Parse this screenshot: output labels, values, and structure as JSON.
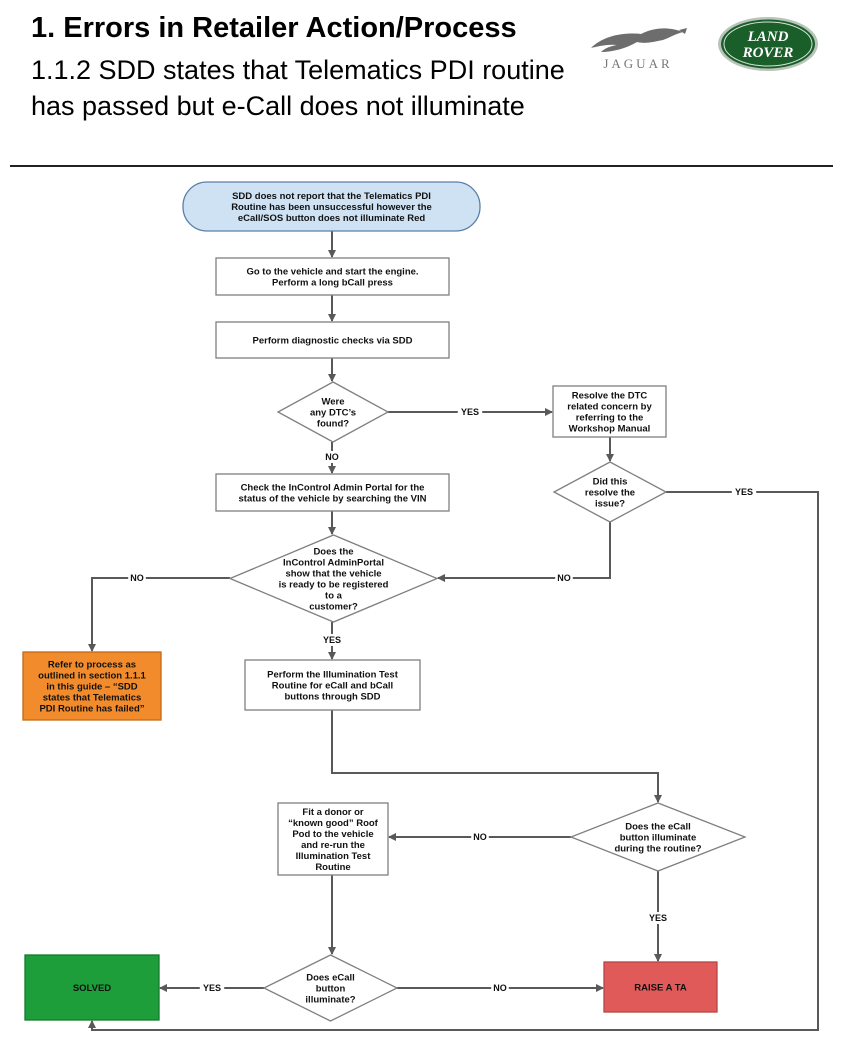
{
  "header": {
    "title": "1. Errors in Retailer Action/Process",
    "subtitle": "1.1.2 SDD states that Telematics PDI routine has passed but e-Call does not illuminate",
    "jaguar_logo_text": "JAGUAR",
    "landrover_logo_text": [
      "LAND",
      "ROVER"
    ]
  },
  "colors": {
    "start_fill": "#cfe2f3",
    "start_stroke": "#5b7fa6",
    "box_stroke": "#7f7f7f",
    "edge": "#595959",
    "orange": "#f28b2c",
    "green": "#1e9e3a",
    "red": "#e05a5a",
    "landrover_green": "#1a5e2a"
  },
  "nodes": {
    "start": [
      "SDD does not report that the Telematics PDI",
      "Routine has been unsuccessful however the",
      "eCall/SOS button does not illuminate Red"
    ],
    "step_start_engine": [
      "Go to the vehicle and start the engine.",
      "Perform a long bCall press"
    ],
    "step_diag": [
      "Perform diagnostic checks via SDD"
    ],
    "dec_dtc": [
      "Were",
      "any DTC’s",
      "found?"
    ],
    "step_resolve_dtc": [
      "Resolve the DTC",
      "related concern by",
      "referring to the",
      "Workshop Manual"
    ],
    "dec_resolved": [
      "Did this",
      "resolve the",
      "issue?"
    ],
    "step_check_portal": [
      "Check the InControl Admin Portal for the",
      "status of the vehicle by searching the VIN"
    ],
    "dec_portal": [
      "Does the",
      "InControl AdminPortal",
      "show that the vehicle",
      "is ready to be registered",
      "to a",
      "customer?"
    ],
    "refer_process": [
      "Refer to process as",
      "outlined in section 1.1.1",
      "in this guide – “SDD",
      "states that Telematics",
      "PDI Routine has failed”"
    ],
    "step_illum_test": [
      "Perform the Illumination Test",
      "Routine for eCall and bCall",
      "buttons  through SDD"
    ],
    "dec_ecall_routine": [
      "Does the eCall",
      "button illuminate",
      "during the routine?"
    ],
    "step_donor_pod": [
      "Fit a donor or",
      "“known good” Roof",
      "Pod to the vehicle",
      "and re-run the",
      "Illumination Test",
      "Routine"
    ],
    "dec_ecall_illum": [
      "Does eCall",
      "button",
      "illuminate?"
    ],
    "solved": [
      "SOLVED"
    ],
    "raise_ta": [
      "RAISE A TA"
    ]
  },
  "edge_labels": {
    "dtc_yes": "YES",
    "dtc_no": "NO",
    "resolved_yes": "YES",
    "resolved_no": "NO",
    "portal_no": "NO",
    "portal_yes": "YES",
    "routine_no": "NO",
    "routine_yes": "YES",
    "illum_yes": "YES",
    "illum_no": "NO"
  }
}
